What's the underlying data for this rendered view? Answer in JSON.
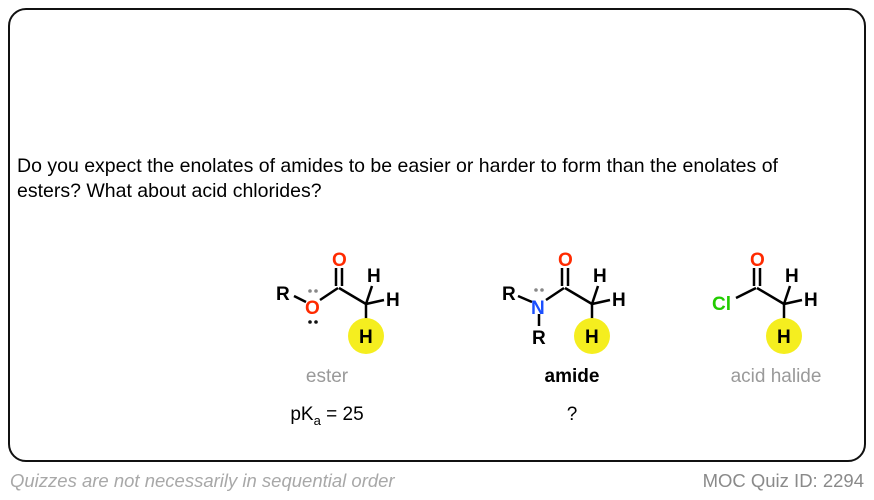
{
  "question": "Do you expect the enolates of amides to be easier or harder to form than the enolates of esters? What about acid chlorides?",
  "compounds": [
    {
      "label": "ester",
      "pka_prefix": "pK",
      "pka_sub": "a",
      "pka_value": " = 25",
      "atoms": {
        "r": "R",
        "o_single": "O",
        "o_double": "O",
        "h1": "H",
        "h2": "H",
        "h3": "H"
      }
    },
    {
      "label": "amide",
      "pka_value": "?",
      "atoms": {
        "r1": "R",
        "n": "N",
        "r2": "R",
        "o_double": "O",
        "h1": "H",
        "h2": "H",
        "h3": "H"
      }
    },
    {
      "label": "acid halide",
      "atoms": {
        "cl": "Cl",
        "o_double": "O",
        "h1": "H",
        "h2": "H",
        "h3": "H"
      }
    }
  ],
  "colors": {
    "oxygen": "#ff2a00",
    "nitrogen": "#1a4fff",
    "chlorine": "#22cc00",
    "highlight": "#f5ee1f",
    "label_gray": "#9a9a9a"
  },
  "footer": {
    "left": "Quizzes are not necessarily in sequential order",
    "right": "MOC Quiz ID: 2294"
  }
}
